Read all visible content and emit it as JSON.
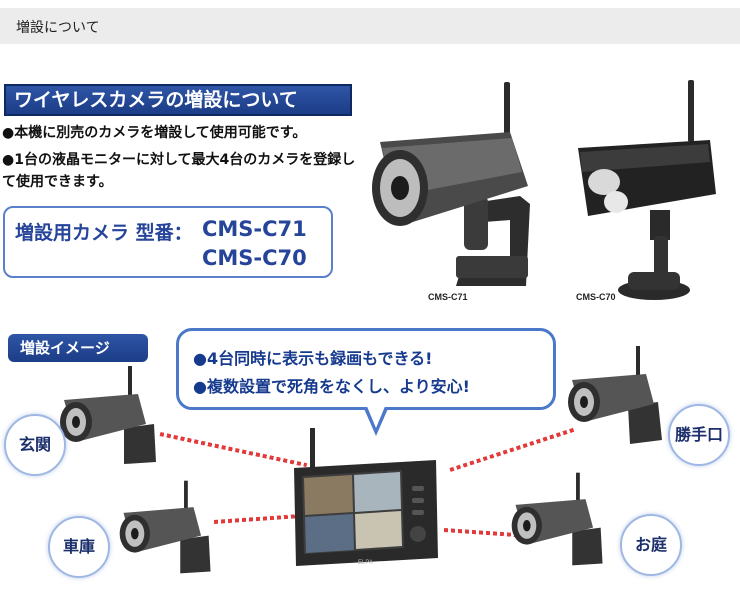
{
  "page": {
    "title": "増設について"
  },
  "intro": {
    "heading": "ワイヤレスカメラの増設について",
    "bullets": [
      "●本機に別売のカメラを増設して使用可能です。",
      "●1台の液晶モニターに対して最大4台のカメラを登録して使用できます。"
    ]
  },
  "compatible_models": {
    "label": "増設用カメラ 型番：",
    "models": [
      "CMS-C71",
      "CMS-C70"
    ]
  },
  "product_photos": [
    {
      "icon": "bullet-camera-icon",
      "caption": "CMS-C71"
    },
    {
      "icon": "box-camera-icon",
      "caption": "CMS-C70"
    }
  ],
  "image_section": {
    "tab_label": "増設イメージ",
    "callouts": [
      "●4台同時に表示も録画もできる!",
      "●複数設置で死角をなくし、より安心!"
    ],
    "locations": [
      "玄関",
      "車庫",
      "勝手口",
      "お庭"
    ],
    "monitor_brand": "ELPA"
  },
  "colors": {
    "accent": "#1c3d87",
    "link_dash": "#e23a3a"
  }
}
